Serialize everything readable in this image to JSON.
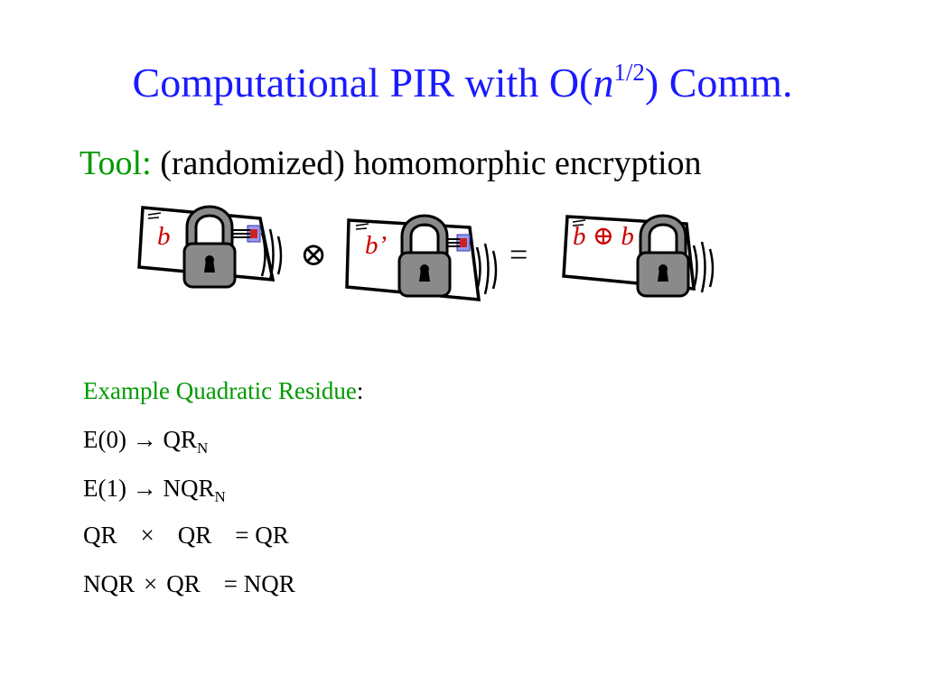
{
  "title": {
    "prefix": "Computational PIR with O(",
    "var": "n",
    "exp": "1/2",
    "suffix": ") Comm."
  },
  "subtitle": {
    "label": "Tool:",
    "text": "(randomized) homomorphic encryption"
  },
  "illustration": {
    "env1_label": "b",
    "env2_label": "b’",
    "env3_var_a": "b",
    "env3_op": "⊕",
    "env3_var_b": "b",
    "otimes": "⊗",
    "equals": "="
  },
  "example": {
    "heading": "Example Quadratic Residue",
    "colon": ":",
    "e0": {
      "left": "E(0)",
      "arrow": "→",
      "right": "QR",
      "sub": "N"
    },
    "e1": {
      "left": "E(1)",
      "arrow": "→",
      "right": "NQR",
      "sub": "N"
    },
    "rule1": {
      "a": "QR",
      "op": "×",
      "b": "QR",
      "eq": "=",
      "result": "QR"
    },
    "rule2": {
      "a": "NQR",
      "op": "×",
      "b": "QR",
      "eq": "=",
      "result": "NQR"
    }
  },
  "colors": {
    "title": "#1a1aff",
    "label_green": "#009900",
    "envelope_label_red": "#cc0000",
    "lock_gray": "#8a8a8a"
  }
}
